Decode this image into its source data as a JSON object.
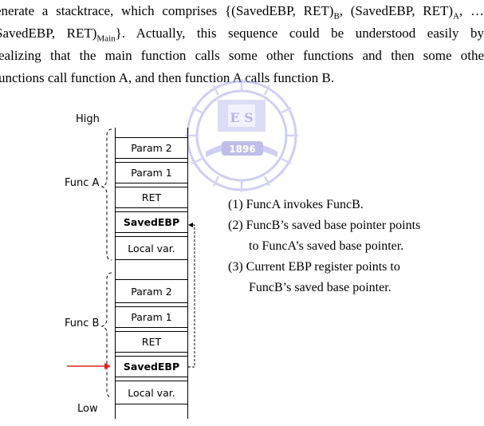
{
  "paragraph": {
    "l1_a": "enerate a stacktrace, which comprises {(SavedEBP, RET)",
    "l1_sub1": "B",
    "l1_b": ", (SavedEBP, RET)",
    "l1_sub2": "A",
    "l1_c": ", …",
    "l2_a": "SavedEBP, RET)",
    "l2_sub": "Main",
    "l2_b": "}. Actually, this sequence could be understood easily by",
    "l3": "ealizing that the main function calls some other functions and then some othe",
    "l4": "unctions call function A, and then function A calls function B."
  },
  "diagram": {
    "high_label": "High",
    "low_label": "Low",
    "func_a_label": "Func A",
    "func_b_label": "Func B",
    "func_a_cells": [
      "Param 2",
      "Param 1",
      "RET",
      "SavedEBP",
      "Local var."
    ],
    "func_b_cells": [
      "Param 2",
      "Param 1",
      "RET",
      "SavedEBP",
      "Local var."
    ],
    "bold_cell": "SavedEBP",
    "arrow_color": "#e02020"
  },
  "notes": {
    "n1": "(1) FuncA invokes FuncB.",
    "n2": "(2) FuncB’s saved base pointer points",
    "n2b": "to FuncA’s saved base pointer.",
    "n3": "(3) Current EBP register points to",
    "n3b": "FuncB’s saved base pointer."
  },
  "watermark": {
    "year": "1896",
    "letters": "E S"
  }
}
